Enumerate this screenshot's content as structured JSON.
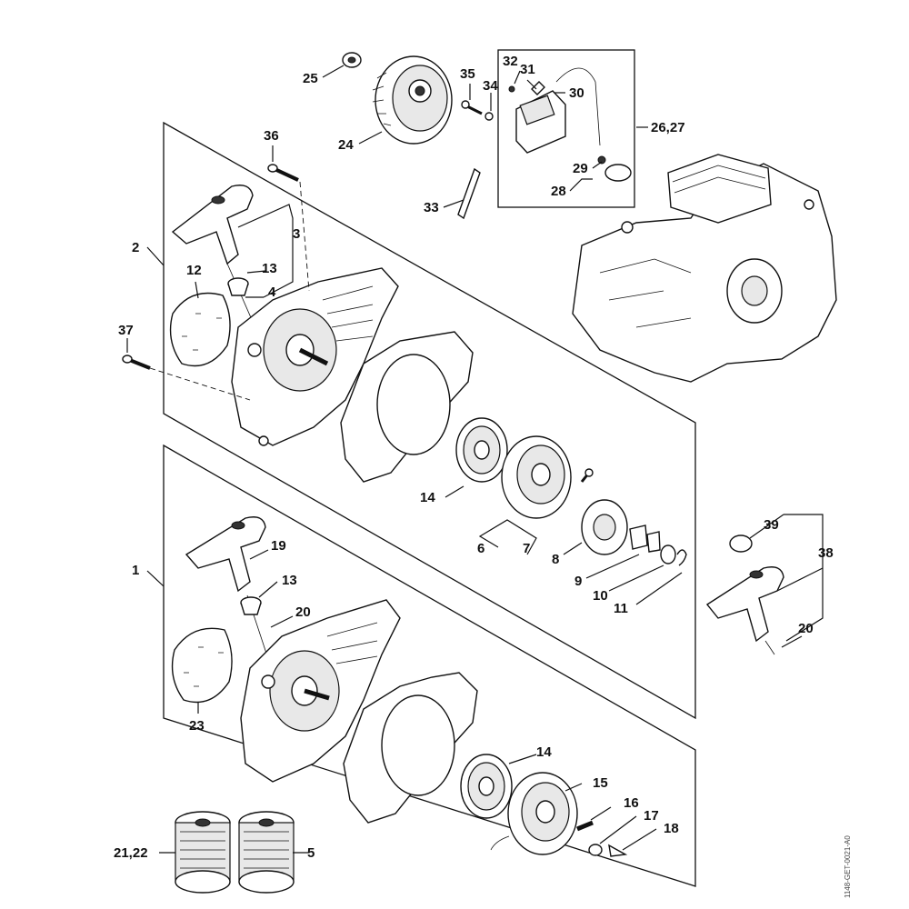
{
  "callouts": {
    "c1": "1",
    "c2": "2",
    "c3": "3",
    "c4": "4",
    "c5": "5",
    "c6": "6",
    "c7": "7",
    "c8": "8",
    "c9": "9",
    "c10": "10",
    "c11": "11",
    "c12": "12",
    "c13a": "13",
    "c13b": "13",
    "c14a": "14",
    "c14b": "14",
    "c15": "15",
    "c16": "16",
    "c17": "17",
    "c18": "18",
    "c19": "19",
    "c20a": "20",
    "c20b": "20",
    "c2122": "21,22",
    "c23": "23",
    "c24": "24",
    "c25": "25",
    "c2627": "26,27",
    "c28": "28",
    "c29": "29",
    "c30": "30",
    "c31": "31",
    "c32": "32",
    "c33": "33",
    "c34": "34",
    "c35": "35",
    "c36": "36",
    "c37": "37",
    "c38": "38",
    "c39": "39"
  },
  "drawing_ref": "1148-GET-0021-A0"
}
